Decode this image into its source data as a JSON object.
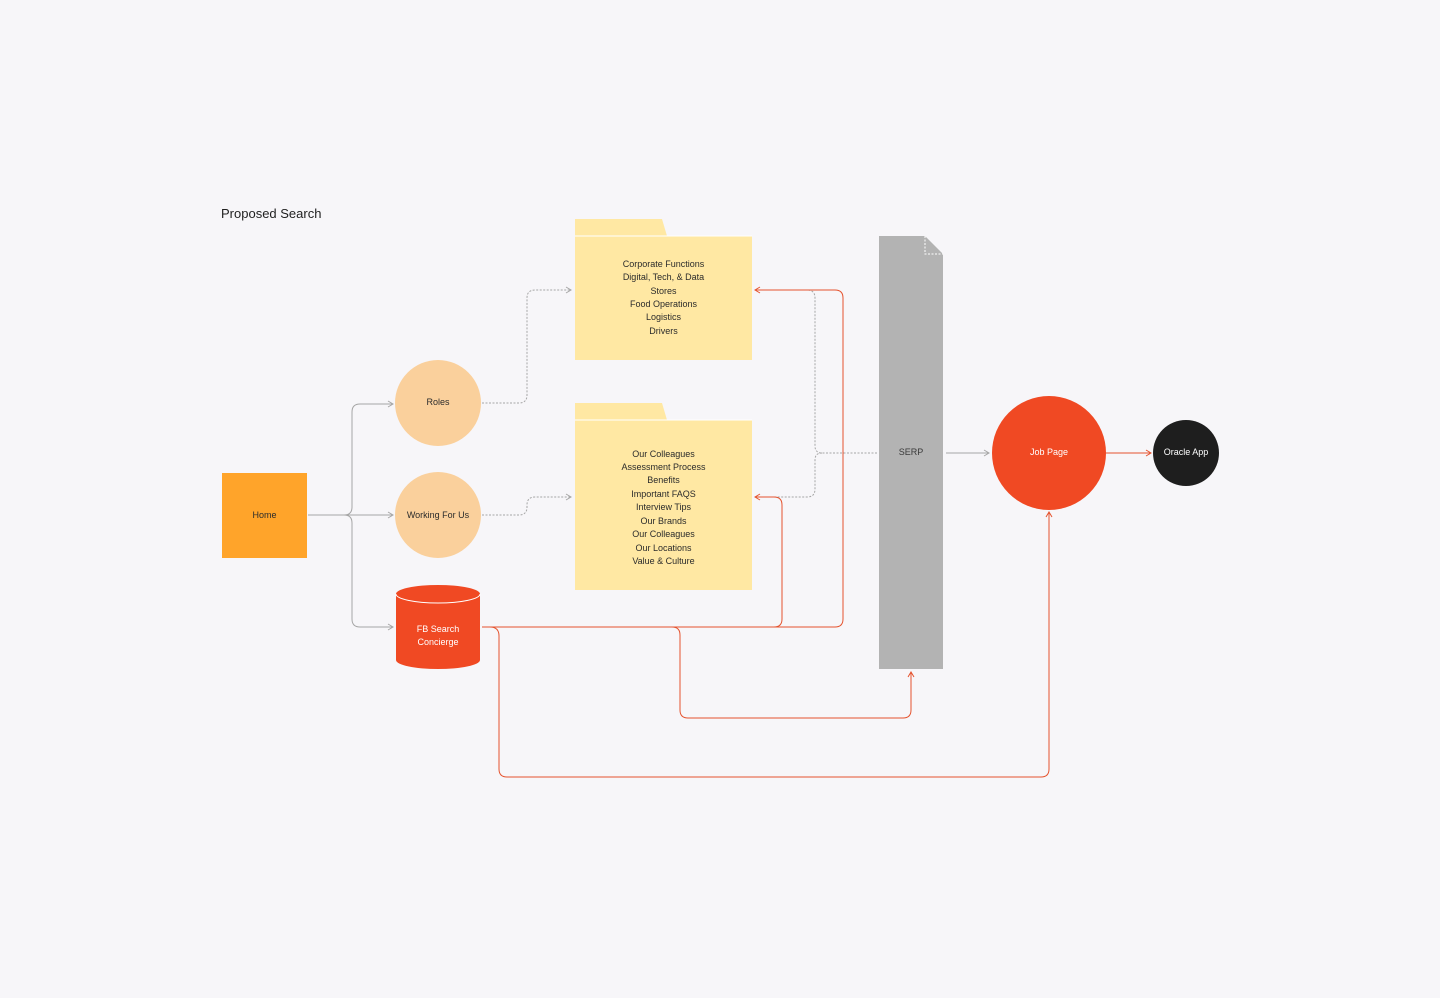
{
  "diagram": {
    "title": "Proposed Search",
    "nodes": {
      "home": "Home",
      "roles": "Roles",
      "working_for_us": "Working For Us",
      "fb_search_concierge": "FB Search Concierge",
      "serp": "SERP",
      "job_page": "Job Page",
      "oracle_app": "Oracle App"
    },
    "roles_folder": [
      "Corporate Functions",
      "Digital, Tech, & Data",
      "Stores",
      "Food Operations",
      "Logistics",
      "Drivers"
    ],
    "working_folder": [
      "Our Colleagues",
      "Assessment Process",
      "Benefits",
      "Important FAQS",
      "Interview Tips",
      "Our Brands",
      "Our Colleagues",
      "Our Locations",
      "Value & Culture"
    ],
    "colors": {
      "home": "#ffa42a",
      "roles_circle": "#fad09c",
      "folder": "#ffe8a3",
      "folder_tab": "#ffe8a3",
      "accent_red": "#f04923",
      "connector_red": "#e5532e",
      "connector_gray": "#a6a6a6",
      "serp_doc": "#b3b3b3",
      "oracle": "#1e1e1e"
    }
  }
}
